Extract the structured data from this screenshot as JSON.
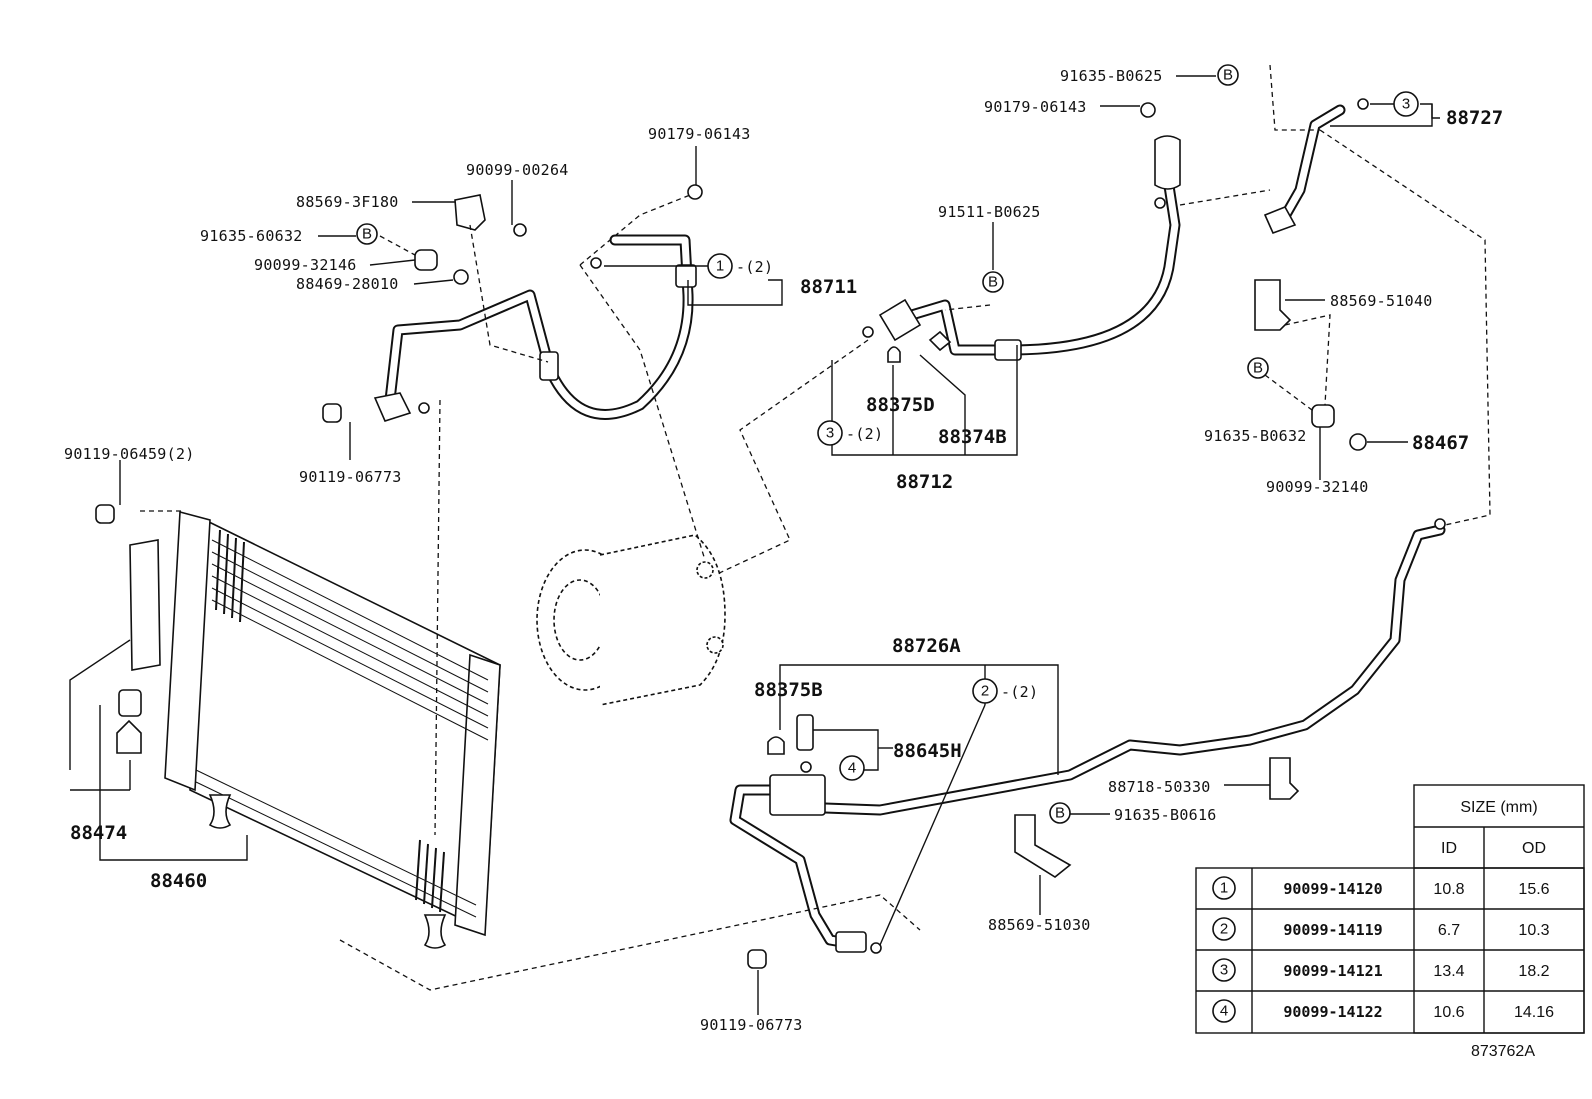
{
  "diagram_id": "873762A",
  "parts": {
    "p88711": "88711",
    "p88712": "88712",
    "p88727": "88727",
    "p88726A": "88726A",
    "p88460": "88460",
    "p88474": "88474",
    "p88467": "88467",
    "p88375D": "88375D",
    "p88374B": "88374B",
    "p88375B": "88375B",
    "p88645H": "88645H",
    "p90179_06143_a": "90179-06143",
    "p90179_06143_b": "90179-06143",
    "p90099_00264": "90099-00264",
    "p88569_3F180": "88569-3F180",
    "p91635_60632": "91635-60632",
    "p90099_32146": "90099-32146",
    "p88469_28010": "88469-28010",
    "p90119_06773_a": "90119-06773",
    "p90119_06773_b": "90119-06773",
    "p90119_06459": "90119-06459(2)",
    "p91635_B0625_a": "91635-B0625",
    "p91511_B0625": "91511-B0625",
    "p88569_51040": "88569-51040",
    "p91635_B0632": "91635-B0632",
    "p90099_32140": "90099-32140",
    "p88718_50330": "88718-50330",
    "p91635_B0616": "91635-B0616",
    "p88569_51030": "88569-51030"
  },
  "callouts": {
    "one": "1",
    "two": "2",
    "three_a": "3",
    "three_b": "3",
    "four": "4",
    "qty2": "-(2)",
    "b": "B"
  },
  "size_table": {
    "header": "SIZE (mm)",
    "col_id": "ID",
    "col_od": "OD",
    "rows": [
      {
        "ref": "1",
        "part": "90099-14120",
        "id": "10.8",
        "od": "15.6"
      },
      {
        "ref": "2",
        "part": "90099-14119",
        "id": "6.7",
        "od": "10.3"
      },
      {
        "ref": "3",
        "part": "90099-14121",
        "id": "13.4",
        "od": "18.2"
      },
      {
        "ref": "4",
        "part": "90099-14122",
        "id": "10.6",
        "od": "14.16"
      }
    ]
  }
}
